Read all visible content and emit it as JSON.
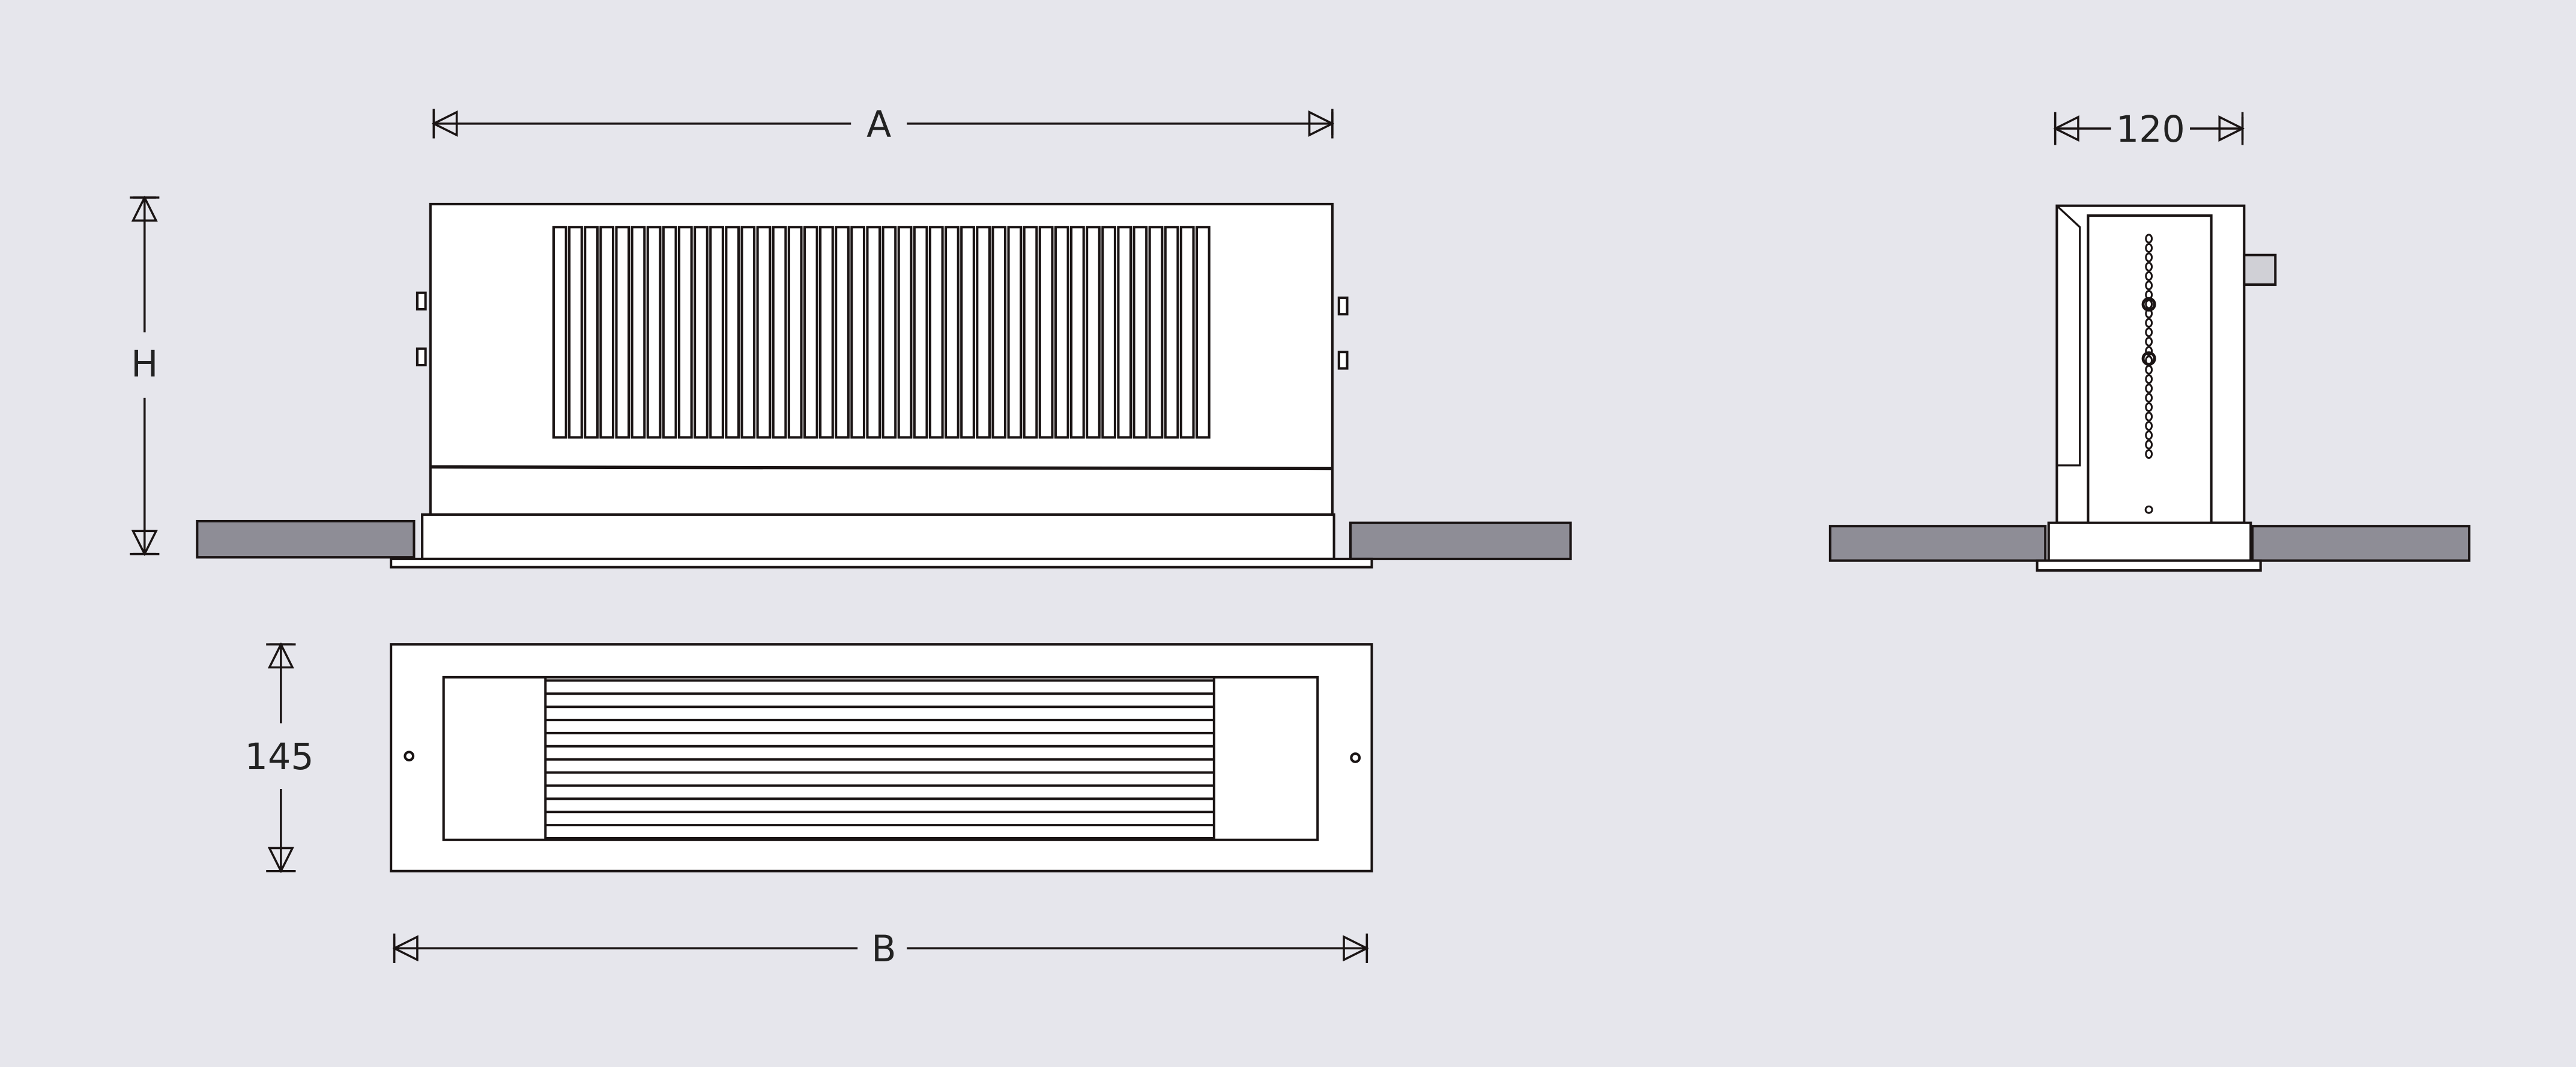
{
  "dimensions": {
    "front_width": "A",
    "height": "H",
    "grille_width": "B",
    "grille_depth": "145",
    "side_depth": "120"
  },
  "colors": {
    "background": "#e6e6ec",
    "line": "#1a1414",
    "unit_fill": "#ffffff",
    "ceiling_slab": "#8e8d96",
    "knob": "#d0d0d6"
  }
}
